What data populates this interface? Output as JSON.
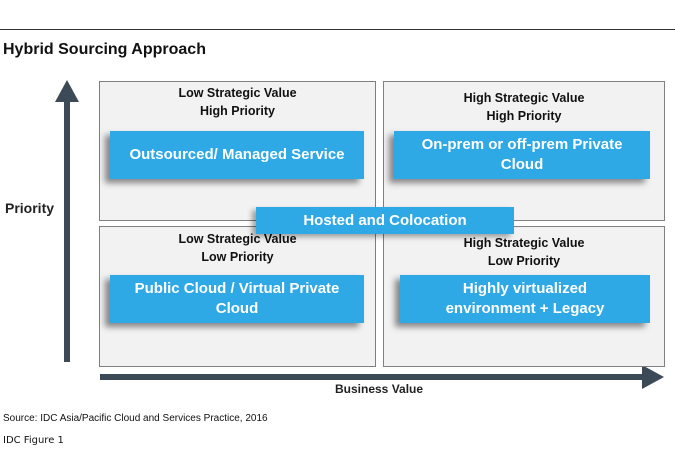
{
  "title": "Hybrid Sourcing Approach",
  "axes": {
    "y_label": "Priority",
    "x_label": "Business Value",
    "arrow_color": "#3c4a57"
  },
  "quadrants": {
    "top_left": {
      "line1": "Low Strategic Value",
      "line2": "High Priority",
      "box": "Outsourced/ Managed Service"
    },
    "top_right": {
      "line1": "High Strategic Value",
      "line2": "High Priority",
      "box_line1": "On-prem or off-prem Private",
      "box_line2": "Cloud"
    },
    "bottom_left": {
      "line1": "Low Strategic Value",
      "line2": "Low Priority",
      "box_line1": "Public Cloud / Virtual Private",
      "box_line2": "Cloud"
    },
    "bottom_right": {
      "line1": "High Strategic Value",
      "line2": "Low Priority",
      "box_line1": "Highly virtualized",
      "box_line2": "environment + Legacy"
    }
  },
  "center_box": "Hosted and Colocation",
  "colors": {
    "box_fill": "#2fa8e6",
    "quadrant_fill": "#f2f2f2"
  },
  "source": "Source: IDC Asia/Pacific Cloud and Services Practice, 2016",
  "figure_label": "IDC Figure 1"
}
